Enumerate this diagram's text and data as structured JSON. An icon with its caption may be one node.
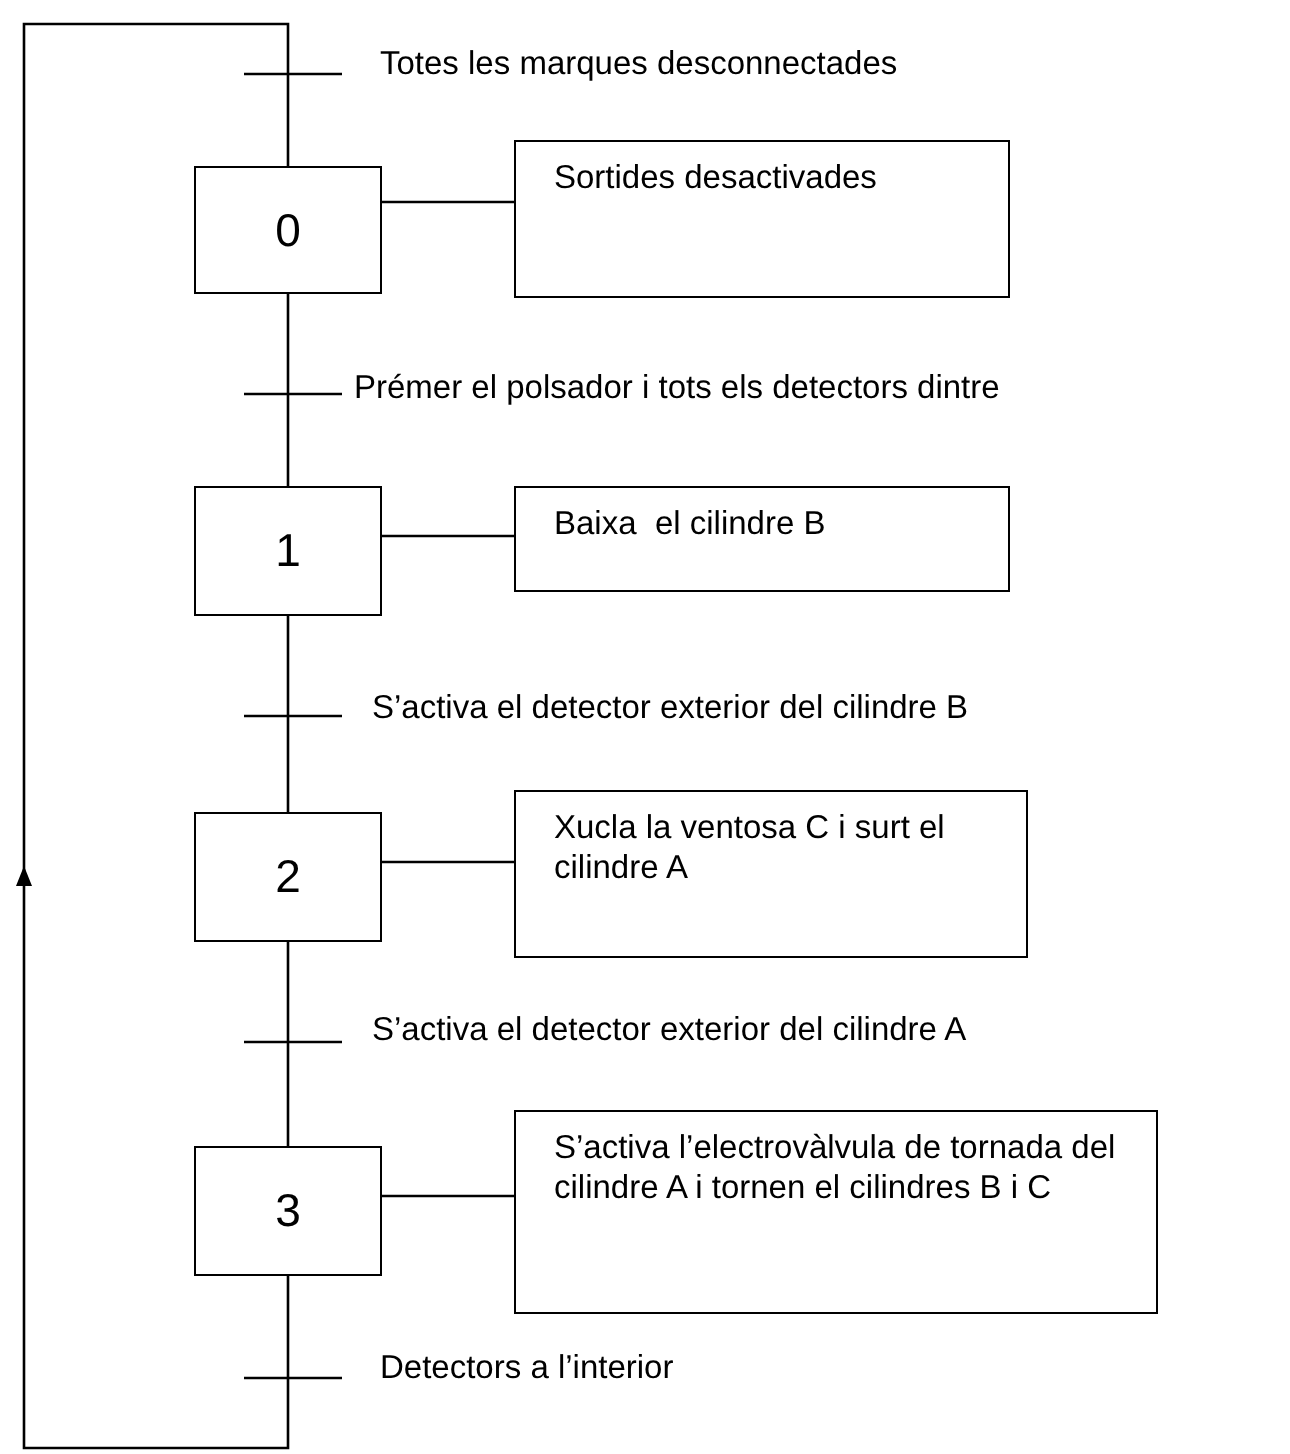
{
  "diagram": {
    "nodes": [
      {
        "text": [
          "0"
        ]
      },
      {
        "text": [
          "Sortides desactivades"
        ]
      },
      {
        "text": [
          "1"
        ]
      },
      {
        "text": [
          "Baixa  el cilindre B"
        ]
      },
      {
        "text": [
          "2"
        ]
      },
      {
        "text": [
          "Xucla la ventosa C i surt el cilindre A"
        ]
      },
      {
        "text": [
          "3"
        ]
      },
      {
        "text": [
          "S’activa l’electrovàlvula de tornada del cilindre A i tornen el cilindres B i C"
        ]
      }
    ],
    "edges": [
      {
        "from": 0,
        "to": 1,
        "arrow": "none"
      },
      {
        "from": 0,
        "to": 2,
        "arrow": "none",
        "label": "Prémer el polsador i tots els detectors dintre"
      },
      {
        "from": 2,
        "to": 3,
        "arrow": "none"
      },
      {
        "from": 2,
        "to": 4,
        "arrow": "none",
        "label": "S’activa el detector exterior del cilindre B"
      },
      {
        "from": 4,
        "to": 5,
        "arrow": "none"
      },
      {
        "from": 4,
        "to": 6,
        "arrow": "none",
        "label": "S’activa el detector exterior del cilindre A"
      },
      {
        "from": 6,
        "to": 7,
        "arrow": "none"
      },
      {
        "from": 6,
        "to": 0,
        "arrow": "to",
        "label": "Detectors a l’interior"
      }
    ],
    "labels": [
      "Totes les marques desconnectades"
    ]
  }
}
